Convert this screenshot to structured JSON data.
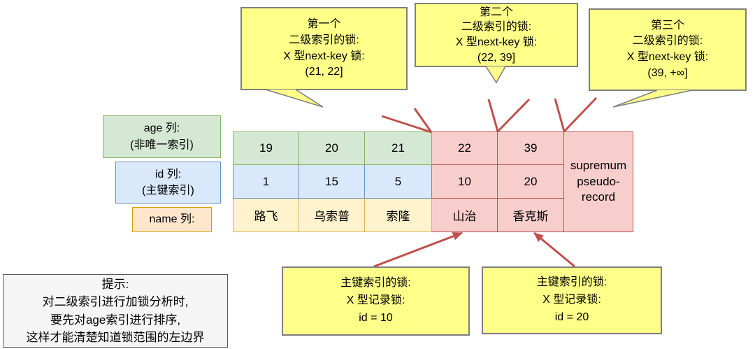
{
  "callouts": {
    "first": {
      "text": "第一个\n二级索引的锁:\nX 型next-key 锁:\n(21, 22]"
    },
    "second": {
      "text": "第二个\n二级索引的锁:\nX 型next-key 锁:\n(22, 39]"
    },
    "third": {
      "text": "第三个\n二级索引的锁:\nX 型next-key 锁:\n(39, +∞]"
    }
  },
  "column_labels": {
    "age": "age 列:\n(非唯一索引)",
    "id": "id 列:\n(主键索引)",
    "name": "name 列:"
  },
  "table": {
    "age_row": [
      "19",
      "20",
      "21",
      "22",
      "39"
    ],
    "id_row": [
      "1",
      "15",
      "5",
      "10",
      "20"
    ],
    "name_row": [
      "路飞",
      "乌索普",
      "索隆",
      "山治",
      "香克斯"
    ],
    "supremum": "supremum\npseudo-\nrecord"
  },
  "record_locks": {
    "left": {
      "text": "主键索引的锁:\nX 型记录锁:\nid = 10"
    },
    "right": {
      "text": "主键索引的锁:\nX 型记录锁:\nid = 20"
    }
  },
  "hint_box": {
    "text": "提示:\n对二级索引进行加锁分析时,\n要先对age索引进行排序,\n这样才能清楚知道锁范围的左边界"
  },
  "colors": {
    "callout_fill": "#feff88",
    "callout_border": "#7f7f7f",
    "age_fill": "#d5e8d4",
    "age_border": "#82b366",
    "id_fill": "#dae8fc",
    "id_border": "#6c8ebf",
    "name_fill": "#fff2cc",
    "name_border": "#d6b656",
    "name_label_fill": "#ffe6cc",
    "name_label_border": "#d79b00",
    "locked_fill": "#f8cecc",
    "locked_border": "#b85450",
    "connector_red": "#c0504d",
    "hint_fill": "#f5f5f5",
    "hint_border": "#595959"
  }
}
